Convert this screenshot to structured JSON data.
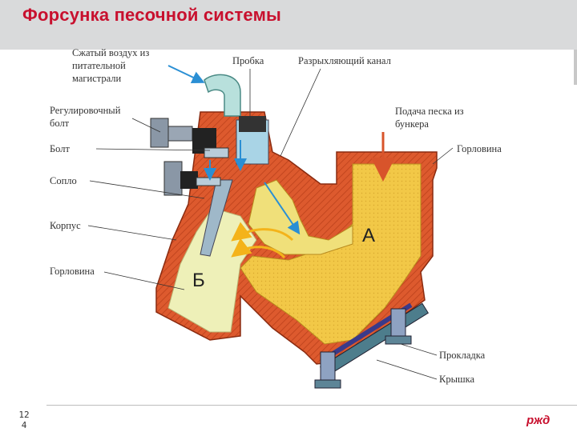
{
  "header": {
    "title": "Форсунка песочной системы"
  },
  "labels": {
    "compressed_air_1": "Сжатый воздух из",
    "compressed_air_2": "питательной",
    "compressed_air_3": "магистрали",
    "plug": "Пробка",
    "loosening_channel": "Разрыхляющий канал",
    "adjusting_bolt_1": "Регулировочный",
    "adjusting_bolt_2": "болт",
    "bolt": "Болт",
    "nozzle": "Сопло",
    "body": "Корпус",
    "neck_left": "Горловина",
    "sand_supply_1": "Подача песка из",
    "sand_supply_2": "бункера",
    "neck_right": "Горловина",
    "gasket": "Прокладка",
    "cover": "Крышка",
    "chamber_a": "А",
    "chamber_b": "Б"
  },
  "footer": {
    "page_number_line1": "12",
    "page_number_line2": "4",
    "logo_text": "ржд"
  },
  "colors": {
    "body": "#d8542b",
    "sand": "#f3ca4a",
    "sand_light": "#eef0b8",
    "air_arrow": "#2a8fd4",
    "title": "#c8102e"
  },
  "icons": [
    "air-flow-arrow-icon",
    "sand-flow-arrow-icon",
    "rzd-logo-icon"
  ]
}
